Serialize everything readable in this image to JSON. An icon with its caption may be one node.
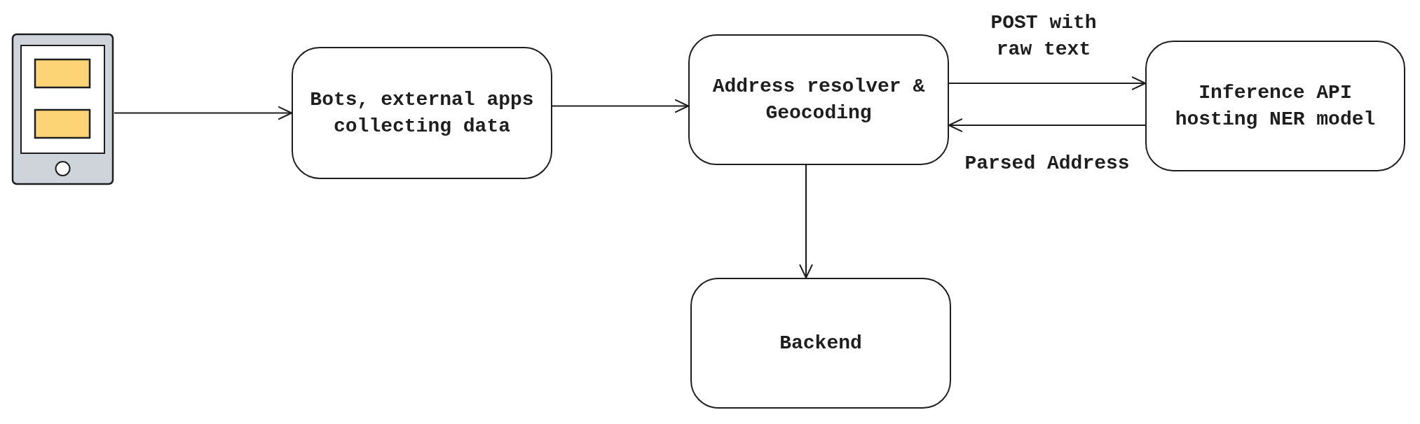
{
  "diagram": {
    "nodes": [
      {
        "text": [],
        "shape": "picture"
      },
      {
        "text": [
          "Bots, external apps collecting data"
        ]
      },
      {
        "text": [
          "Address resolver & Geocoding"
        ]
      },
      {
        "text": [
          "Inference API hosting NER model"
        ]
      },
      {
        "text": [
          "Backend"
        ]
      }
    ],
    "edges": [
      {
        "from": 0,
        "to": 1,
        "arrow": "to"
      },
      {
        "from": 1,
        "to": 2,
        "arrow": "to"
      },
      {
        "from": 2,
        "to": 3,
        "arrow": "to",
        "label": "POST with raw text"
      },
      {
        "from": 3,
        "to": 2,
        "arrow": "to",
        "label": "Parsed Address"
      },
      {
        "from": 2,
        "to": 4,
        "arrow": "to"
      }
    ]
  }
}
